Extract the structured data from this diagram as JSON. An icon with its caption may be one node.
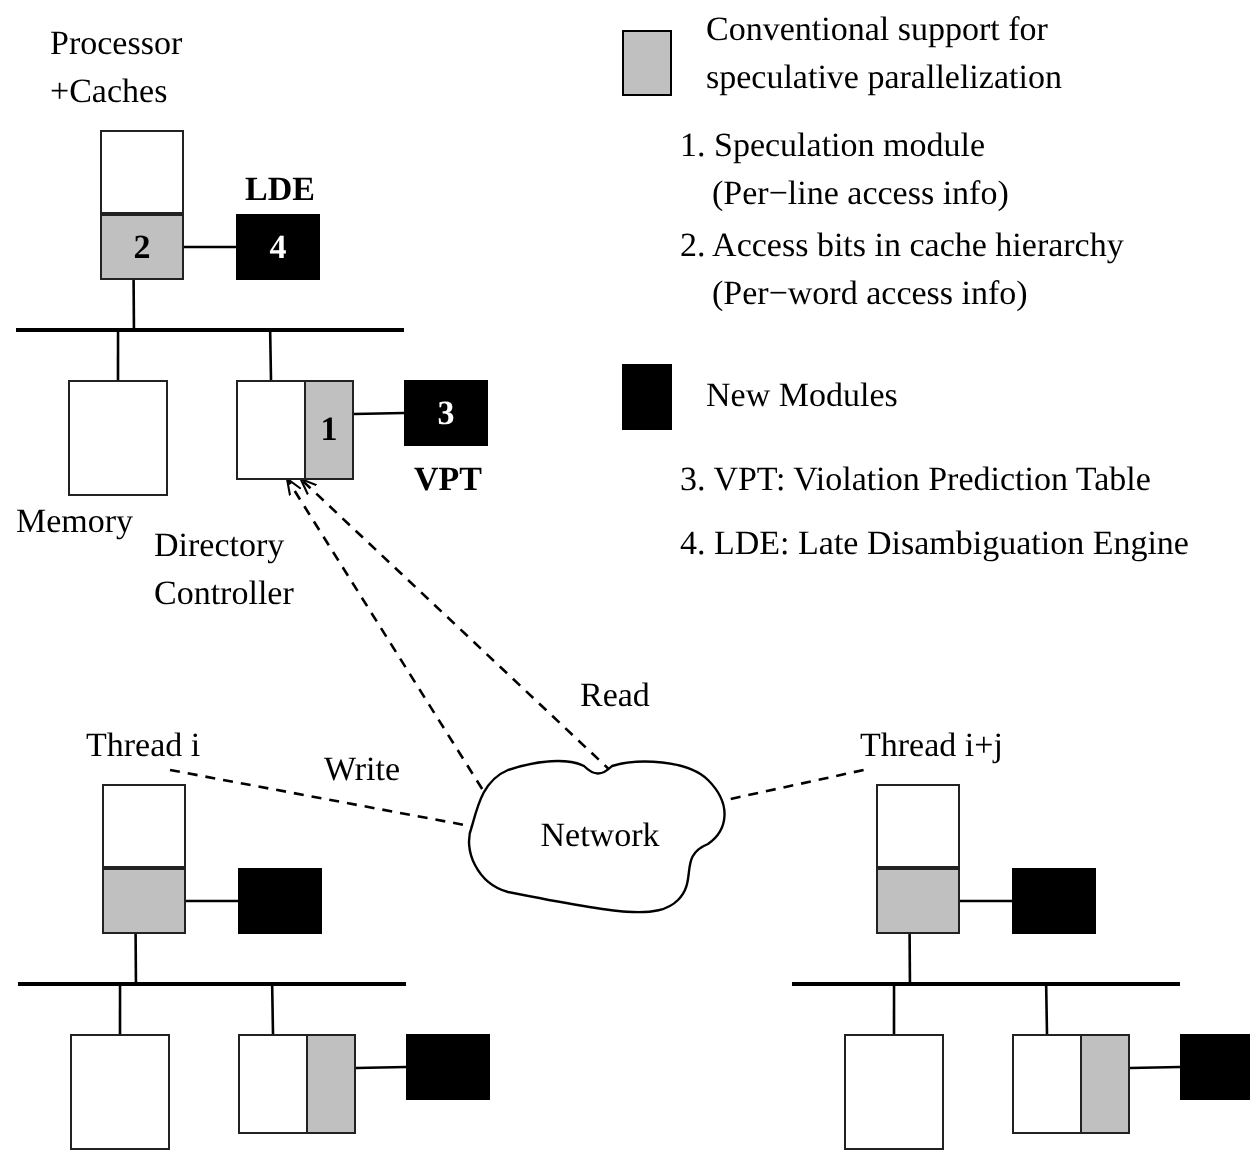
{
  "diagram": {
    "nodes": [
      {
        "text": [
          "Processor +Caches"
        ]
      },
      {
        "text": [
          "2"
        ]
      },
      {
        "text": [
          "4"
        ],
        "beside": [
          "LDE"
        ]
      },
      {
        "text": [],
        "shape": "bar"
      },
      {
        "text": [
          "Memory"
        ]
      },
      {
        "text": [
          "Directory Controller"
        ]
      },
      {
        "text": [
          "1"
        ]
      },
      {
        "text": [
          "3"
        ],
        "beside": [
          "VPT"
        ]
      },
      {
        "text": [
          "Network"
        ]
      },
      {
        "text": [
          "Thread i"
        ]
      },
      {
        "text": [
          "Thread i+j"
        ]
      },
      {
        "text": [],
        "shape": "box"
      },
      {
        "text": [],
        "shape": "box"
      },
      {
        "text": [],
        "shape": "box"
      },
      {
        "text": [],
        "shape": "bar"
      },
      {
        "text": [],
        "shape": "box"
      },
      {
        "text": [],
        "shape": "box"
      },
      {
        "text": [],
        "shape": "box"
      },
      {
        "text": [],
        "shape": "box"
      },
      {
        "text": [],
        "shape": "box"
      },
      {
        "text": [],
        "shape": "box"
      },
      {
        "text": [],
        "shape": "box"
      },
      {
        "text": [],
        "shape": "bar"
      },
      {
        "text": [],
        "shape": "box"
      },
      {
        "text": [],
        "shape": "box"
      },
      {
        "text": [],
        "shape": "box"
      },
      {
        "text": [],
        "shape": "box"
      }
    ],
    "edges": [
      {
        "from": 1,
        "to": 2,
        "arrow": "none"
      },
      {
        "from": 1,
        "to": 3,
        "arrow": "none"
      },
      {
        "from": 3,
        "to": 4,
        "arrow": "none"
      },
      {
        "from": 3,
        "to": 5,
        "arrow": "none"
      },
      {
        "from": 6,
        "to": 7,
        "arrow": "none"
      },
      {
        "from": 9,
        "to": 8,
        "arrow": "none",
        "style": "dashed",
        "label": "Write"
      },
      {
        "from": 8,
        "to": 5,
        "arrow": "to",
        "style": "dashed"
      },
      {
        "from": 8,
        "to": 5,
        "arrow": "to",
        "style": "dashed",
        "label": "Read"
      },
      {
        "from": 10,
        "to": 8,
        "arrow": "none",
        "style": "dashed"
      },
      {
        "from": 12,
        "to": 13,
        "arrow": "none"
      },
      {
        "from": 12,
        "to": 14,
        "arrow": "none"
      },
      {
        "from": 14,
        "to": 15,
        "arrow": "none"
      },
      {
        "from": 14,
        "to": 16,
        "arrow": "none"
      },
      {
        "from": 17,
        "to": 18,
        "arrow": "none"
      },
      {
        "from": 20,
        "to": 21,
        "arrow": "none"
      },
      {
        "from": 20,
        "to": 22,
        "arrow": "none"
      },
      {
        "from": 22,
        "to": 23,
        "arrow": "none"
      },
      {
        "from": 22,
        "to": 24,
        "arrow": "none"
      },
      {
        "from": 25,
        "to": 26,
        "arrow": "none"
      }
    ],
    "labels": [
      "1. Speculation module (Per−line access info)",
      "2. Access bits in cache hierarchy (Per−word access info)",
      "3. VPT: Violation Prediction Table",
      "4. LDE: Late Disambiguation Engine"
    ],
    "legend": [
      {
        "text": "Conventional support for speculative parallelization",
        "color": "#c0c0c0"
      },
      {
        "text": "New Modules",
        "color": "#000000"
      }
    ]
  }
}
